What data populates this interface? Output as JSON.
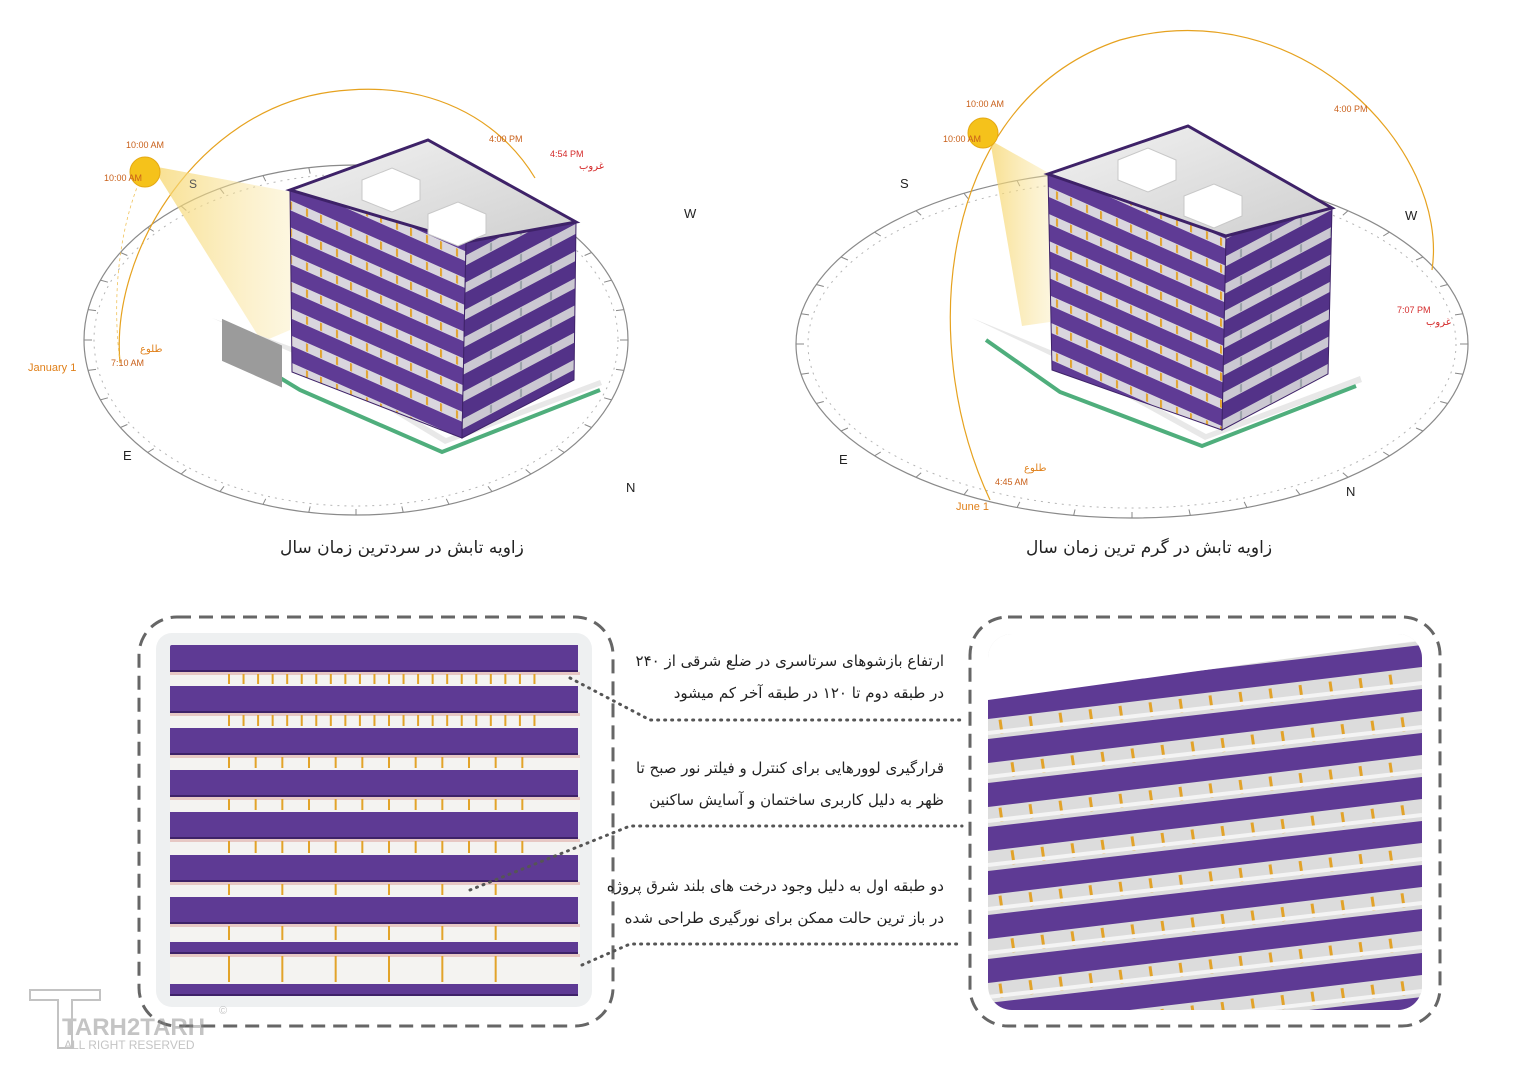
{
  "diagram_left": {
    "caption": "زاویه تابش در سردترین زمان سال",
    "date": "January 1",
    "sunrise_word": "طلوع",
    "sunrise_time": "7:10 AM",
    "sunset_word": "غروب",
    "sunset_time": "4:54 PM",
    "sun_time_a": "10:00 AM",
    "sun_time_b": "10:00 AM",
    "afternoon_time": "4:00 PM",
    "dir_s": "S",
    "dir_w": "W",
    "dir_e": "E",
    "dir_n": "N"
  },
  "diagram_right": {
    "caption": "زاویه تابش در گرم ترین زمان سال",
    "date": "June 1",
    "sunrise_word": "طلوع",
    "sunrise_time": "4:45 AM",
    "sunset_word": "غروب",
    "sunset_time": "7:07 PM",
    "sun_time_a": "10:00 AM",
    "sun_time_b": "10:00 AM",
    "afternoon_time": "4:00 PM",
    "dir_s": "S",
    "dir_w": "W",
    "dir_e": "E",
    "dir_n": "N"
  },
  "notes": [
    {
      "line1": "ارتفاع بازشوهای سرتاسری در ضلع شرقی از ۲۴۰",
      "line2": "در طبقه دوم تا ۱۲۰ در طبقه آخر کم میشود"
    },
    {
      "line1": "قرارگیری لوورهایی برای کنترل و فیلتر نور صبح تا",
      "line2": "ظهر به دلیل کاربری ساختمان و آسایش ساکنین"
    },
    {
      "line1": "دو طبقه اول به دلیل وجود درخت های بلند شرق پروژه",
      "line2": "در باز ترین حالت ممکن برای نورگیری طراحی شده"
    }
  ],
  "watermark": {
    "brand": "TARH2TARH",
    "subtitle": "ALL RIGHT RESERVED",
    "mark": "©"
  },
  "colors": {
    "facade_purple": "#5e3a94",
    "facade_dark": "#3e2268",
    "sun": "#f5c21b",
    "sun_path": "#e6a21f",
    "label_orange": "#e0801a",
    "sunset_red": "#d42a2a",
    "landscape_green": "#4fae7c"
  }
}
